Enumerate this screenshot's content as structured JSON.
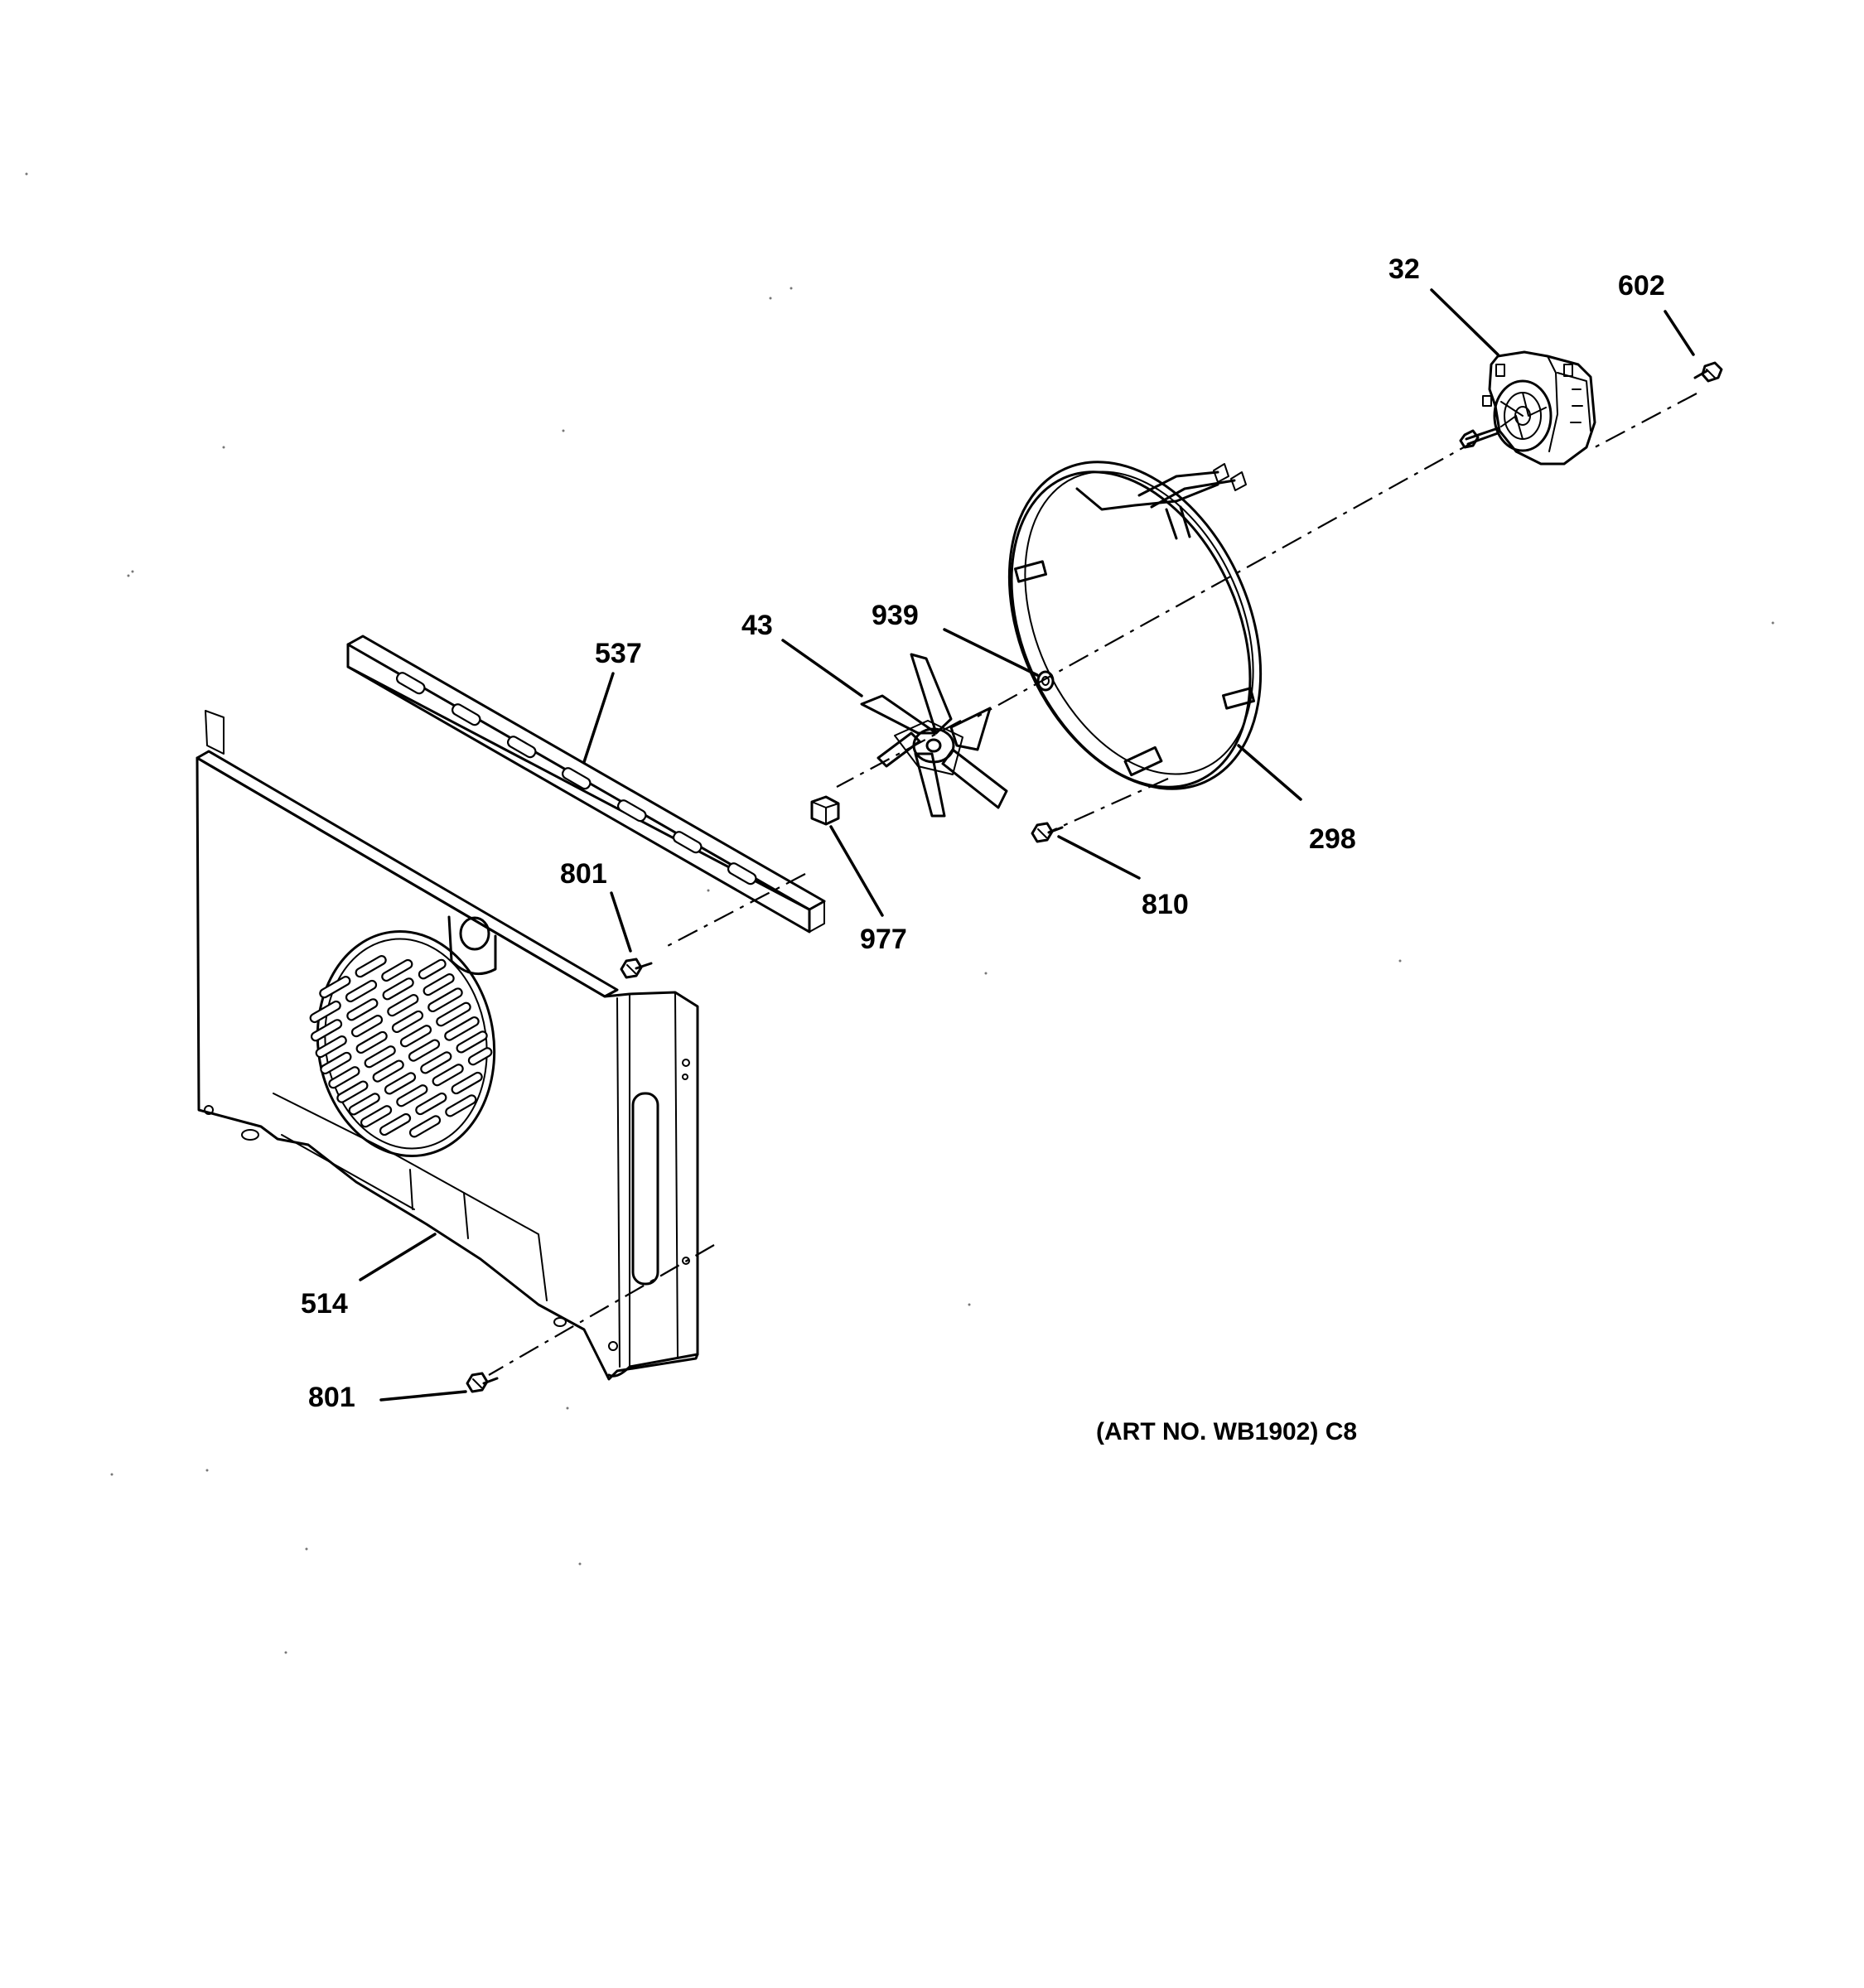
{
  "diagram": {
    "parts": [
      {
        "id": "p32",
        "label": "32"
      },
      {
        "id": "p602",
        "label": "602"
      },
      {
        "id": "p43",
        "label": "43"
      },
      {
        "id": "p939",
        "label": "939"
      },
      {
        "id": "p537",
        "label": "537"
      },
      {
        "id": "p298",
        "label": "298"
      },
      {
        "id": "p801a",
        "label": "801"
      },
      {
        "id": "p977",
        "label": "977"
      },
      {
        "id": "p810",
        "label": "810"
      },
      {
        "id": "p514",
        "label": "514"
      },
      {
        "id": "p801b",
        "label": "801"
      }
    ],
    "art_number": "(ART NO. WB1902) C8"
  }
}
